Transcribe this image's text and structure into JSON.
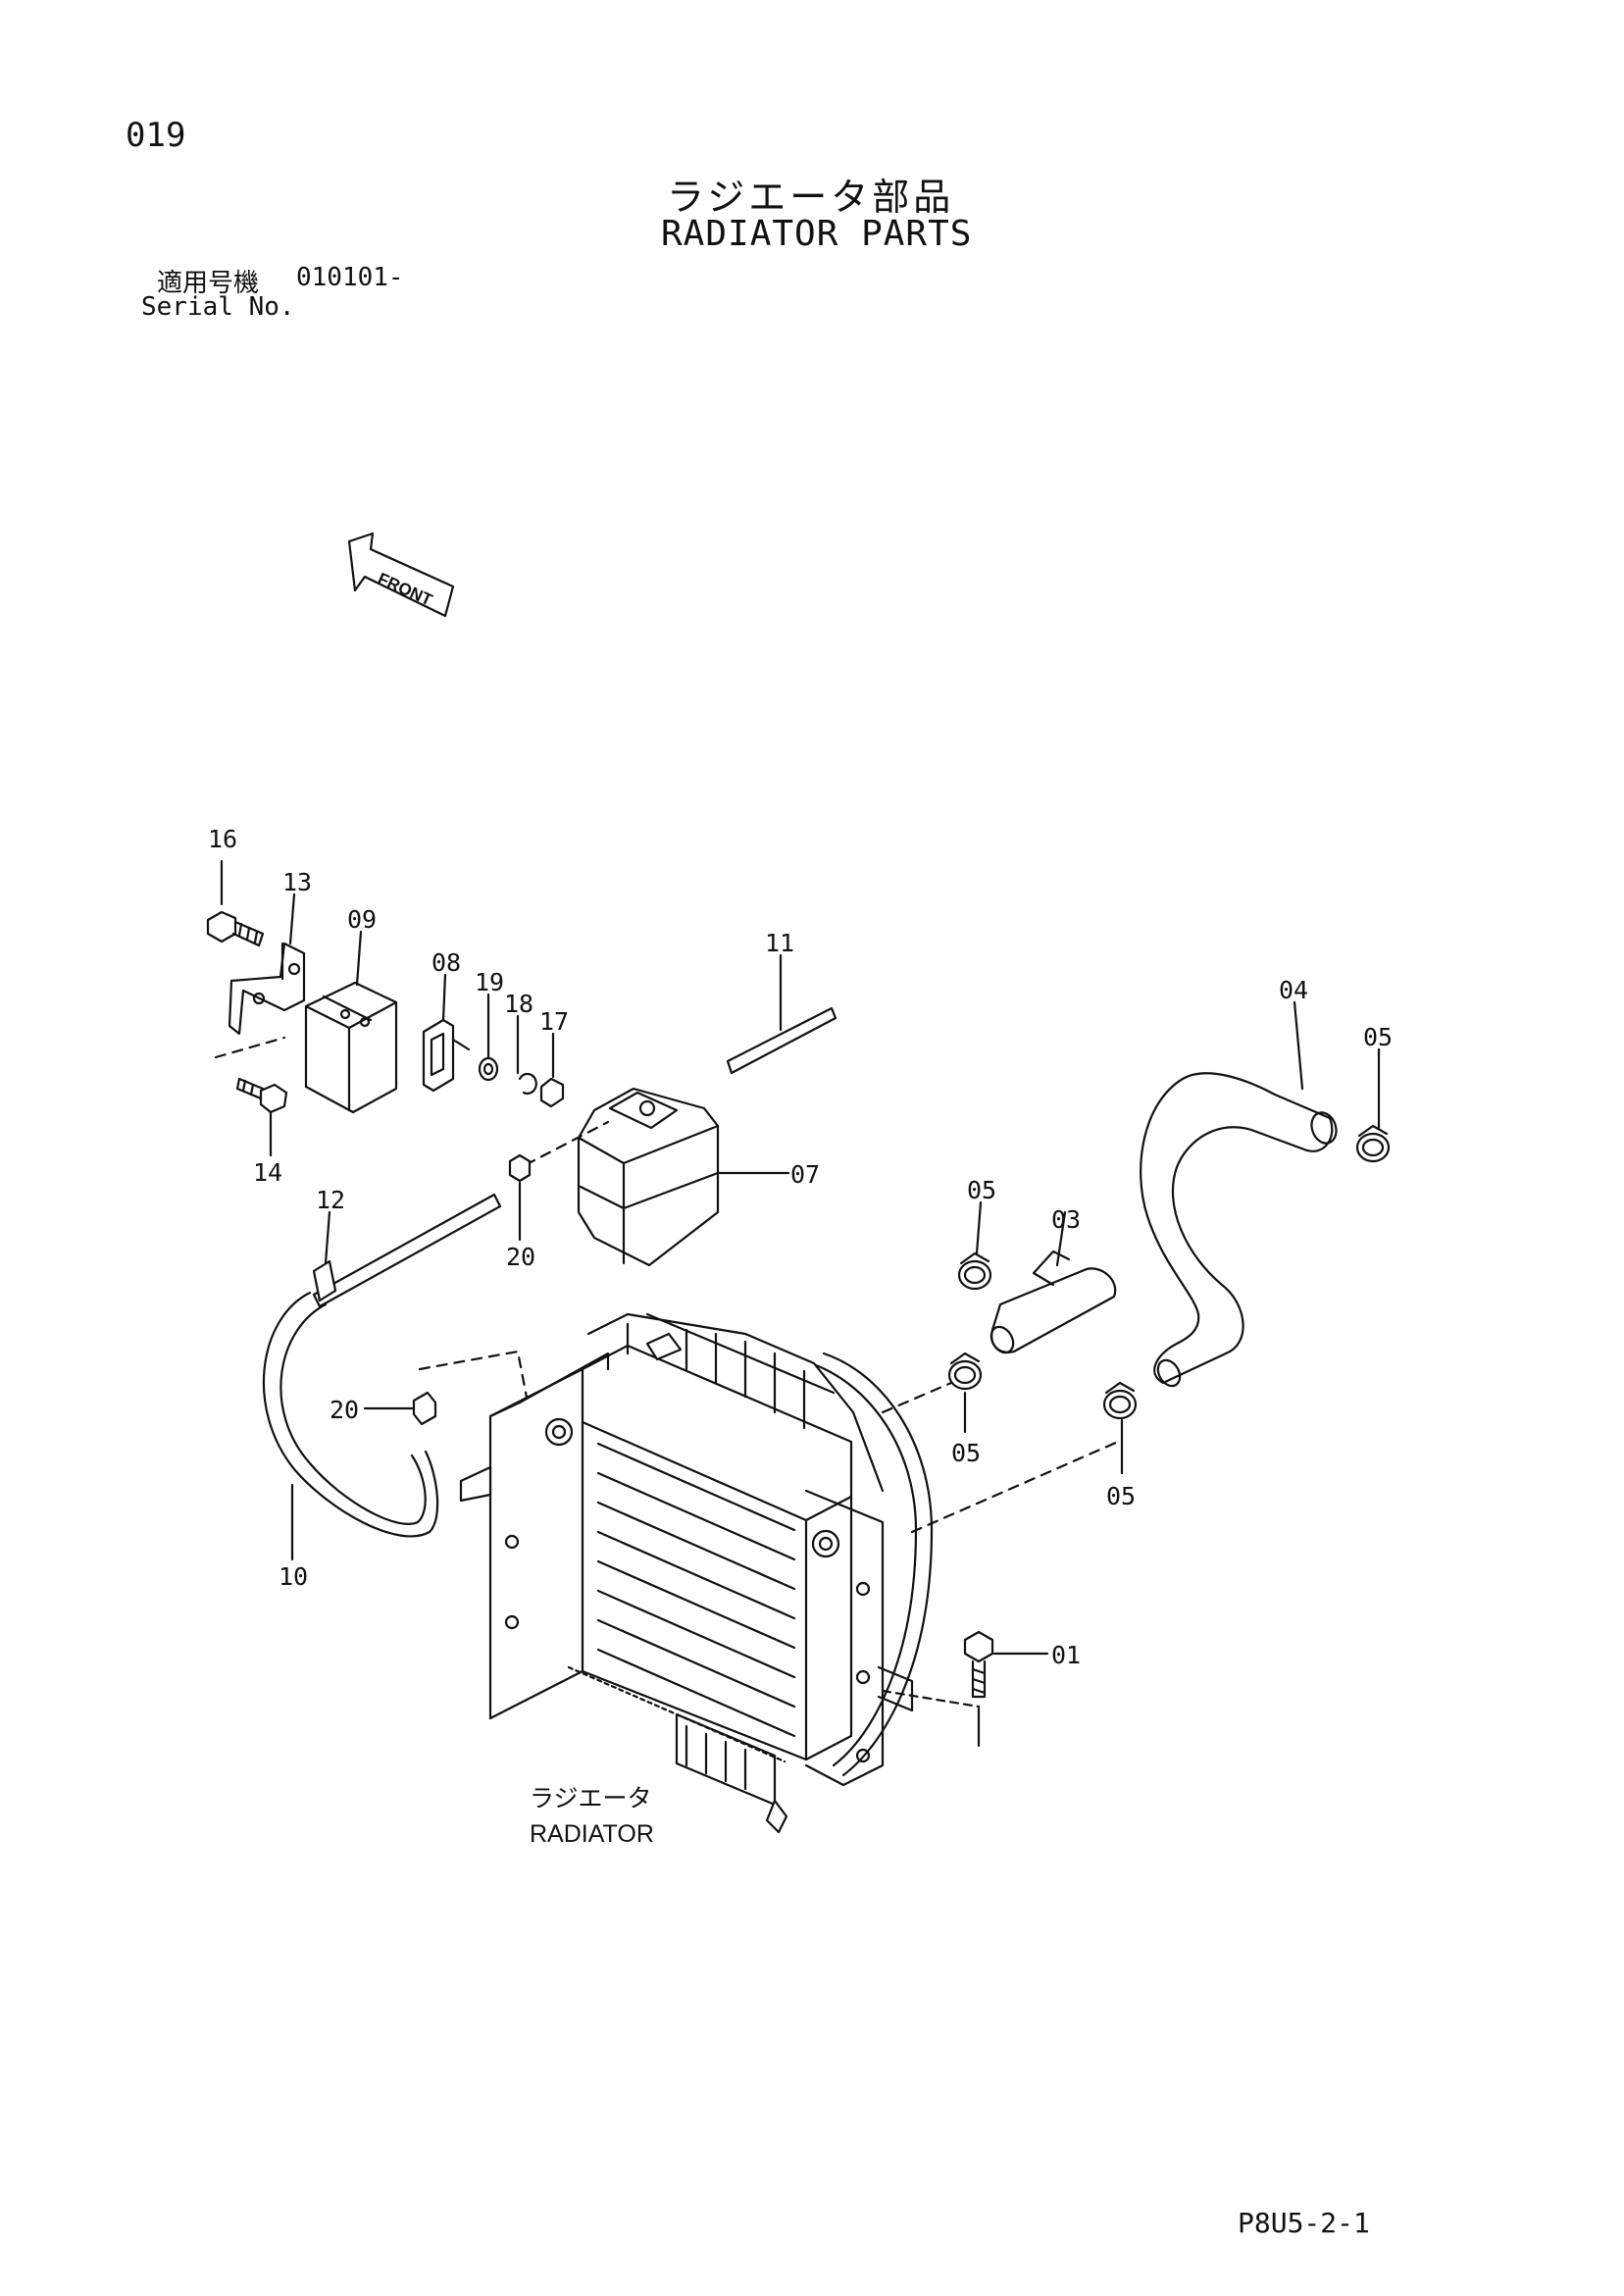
{
  "page": {
    "number": "019",
    "title_jp": "ラジエータ部品",
    "title_en": "RADIATOR PARTS",
    "serial_label_jp": "適用号機",
    "serial_value": "010101-",
    "serial_label_en": "Serial No.",
    "document_code": "P8U5-2-1"
  },
  "diagram": {
    "front_arrow_label": "FRONT",
    "radiator_label_jp": "ラジエータ",
    "radiator_label_en": "RADIATOR",
    "callouts": {
      "c16": "16",
      "c13": "13",
      "c09": "09",
      "c08": "08",
      "c19": "19",
      "c18": "18",
      "c17": "17",
      "c14": "14",
      "c11": "11",
      "c07": "07",
      "c20a": "20",
      "c12": "12",
      "c20b": "20",
      "c10": "10",
      "c04": "04",
      "c05a": "05",
      "c05b": "05",
      "c03": "03",
      "c05c": "05",
      "c05d": "05",
      "c01": "01"
    }
  }
}
